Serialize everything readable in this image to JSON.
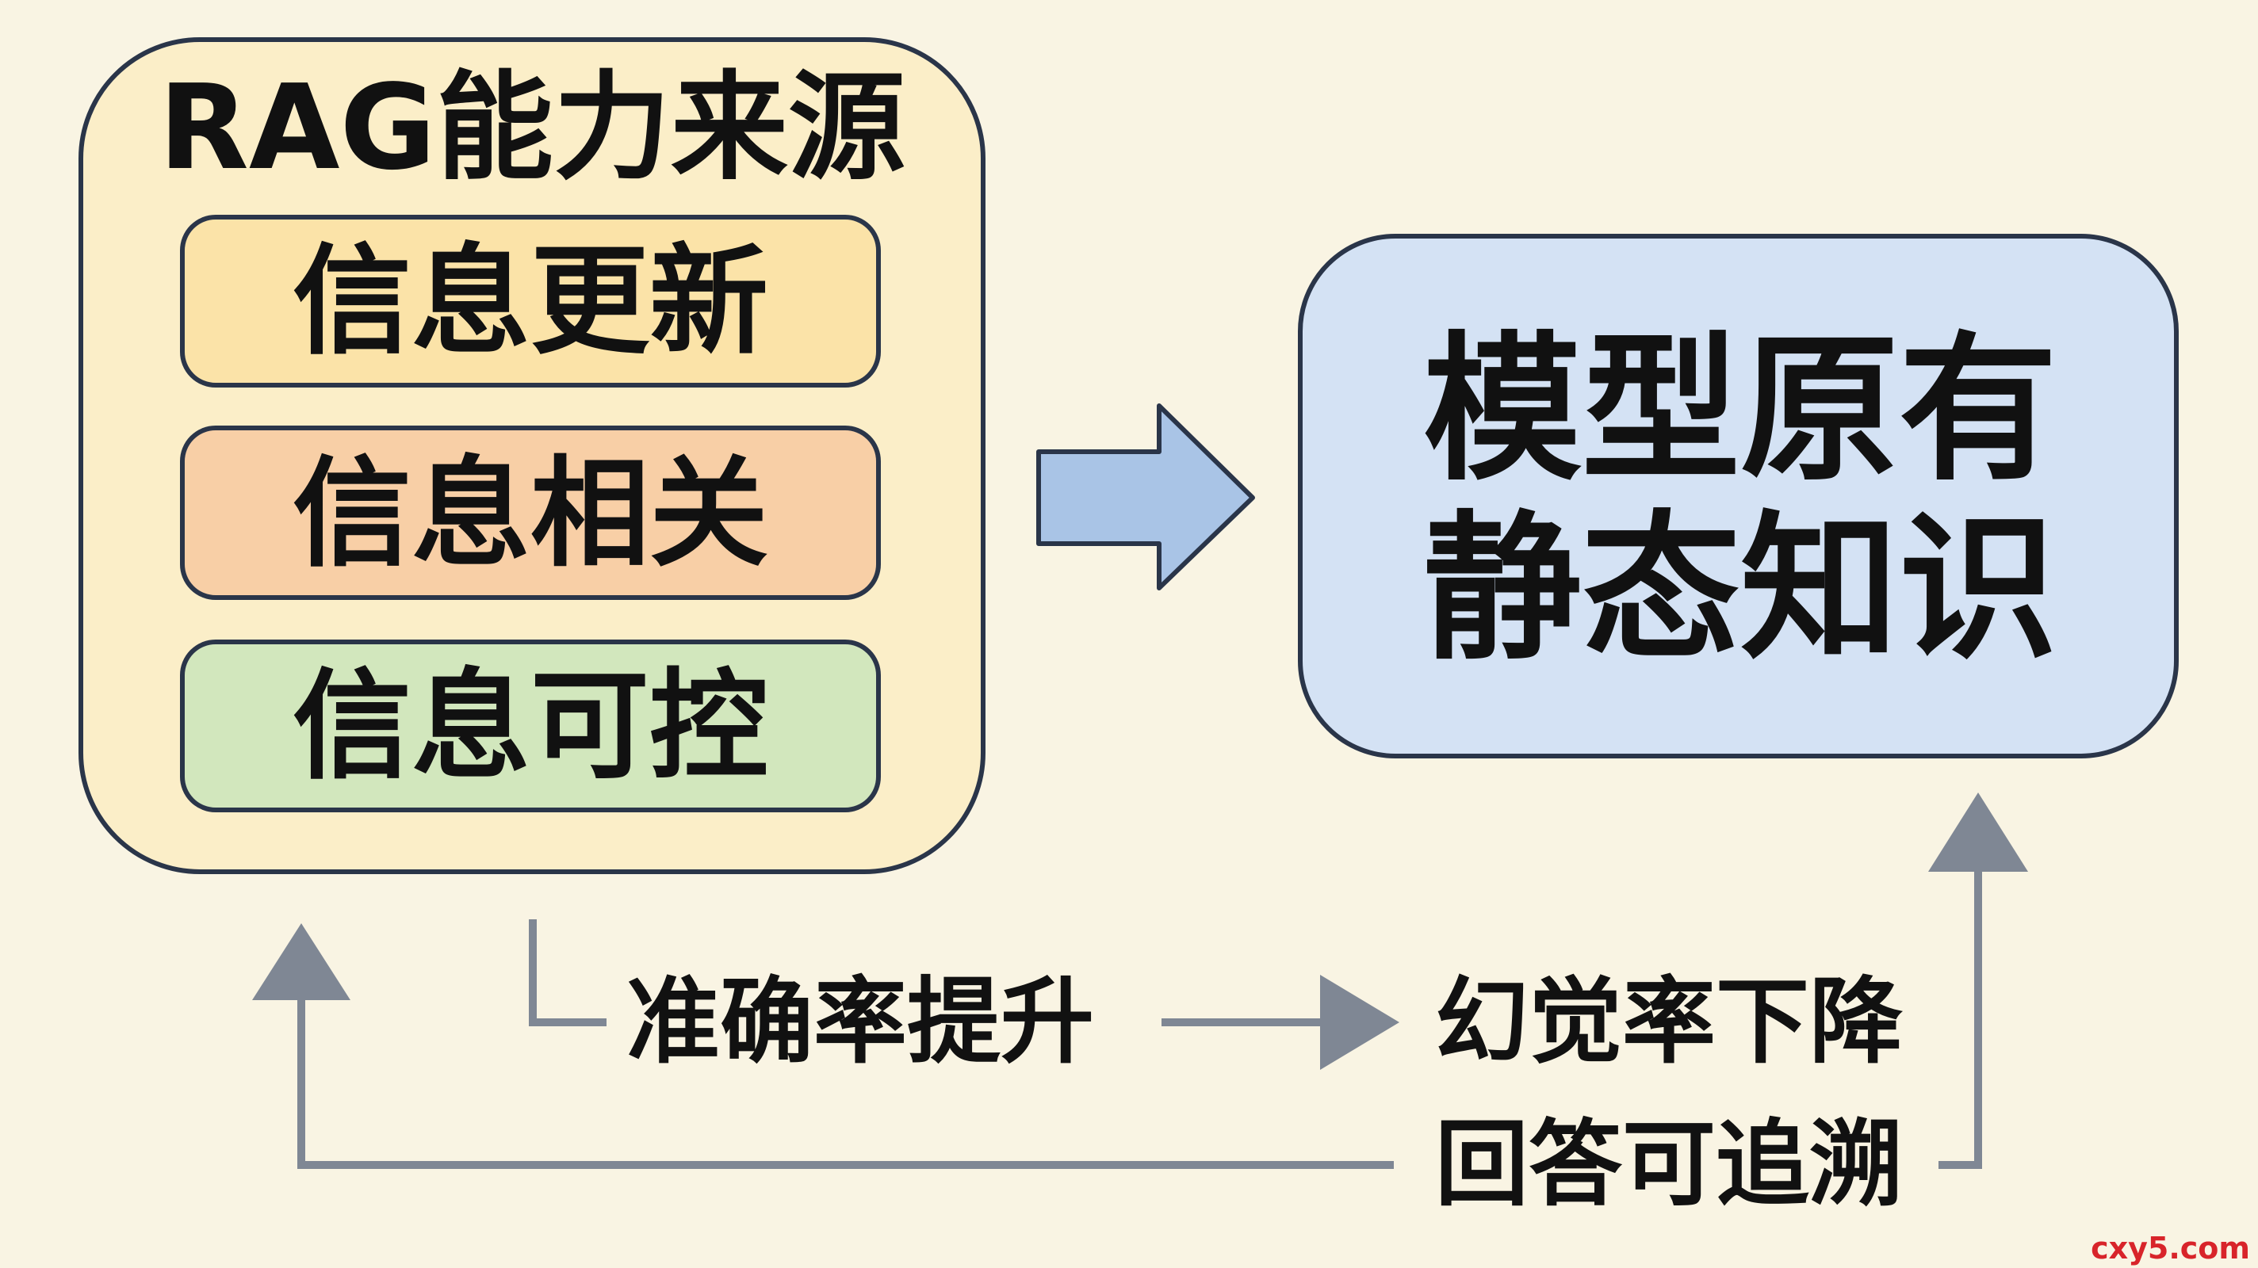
{
  "source_box": {
    "title": "RAG能力来源",
    "items": [
      {
        "label": "信息更新",
        "fill": "#fbe3a8"
      },
      {
        "label": "信息相关",
        "fill": "#f8cfa6"
      },
      {
        "label": "信息可控",
        "fill": "#d2e7bd"
      }
    ],
    "fill": "#fbeec8",
    "stroke": "#2a3549"
  },
  "target_box": {
    "lines": [
      "模型原有",
      "静态知识"
    ],
    "fill": "#d4e2f4",
    "stroke": "#2a3549"
  },
  "effects": {
    "accuracy": "准确率提升",
    "hallucination": "幻觉率下降",
    "traceable": "回答可追溯"
  },
  "colors": {
    "background": "#f9f4e3",
    "main_arrow": "#a9c4e6",
    "flow_arrow": "#7f8794",
    "text": "#111111"
  },
  "watermark": "cxy5.com"
}
